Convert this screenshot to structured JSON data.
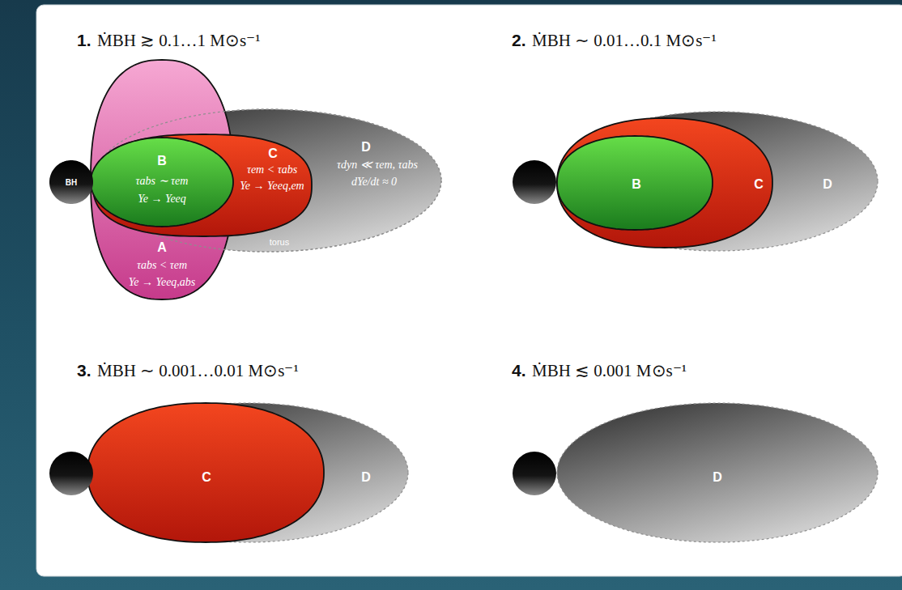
{
  "diagram": {
    "nodes": [
      {
        "text": [
          "BH"
        ]
      },
      {
        "text": [
          "A",
          "τabs < τem",
          "Ye → Yeeq,abs"
        ]
      },
      {
        "text": [
          "B",
          "τabs ∼ τem",
          "Ye → Yeeq"
        ]
      },
      {
        "text": [
          "C",
          "τem < τabs",
          "Ye → Yeeq,em"
        ]
      },
      {
        "text": [
          "D",
          "τdyn ≪ τem, τabs",
          "dYe/dt ≈ 0",
          "torus"
        ]
      },
      {
        "text": [
          "C"
        ]
      },
      {
        "text": [
          "B"
        ],
        "in": 5
      },
      {
        "text": [
          "D"
        ]
      },
      {
        "text": [
          "C"
        ]
      },
      {
        "text": [
          "D"
        ]
      },
      {
        "text": [
          "D"
        ]
      }
    ],
    "labels": [
      "1.",
      "ṀBH ≳ 0.1…1 M⊙s⁻¹",
      "2.",
      "ṀBH ∼ 0.01…0.1 M⊙s⁻¹",
      "3.",
      "ṀBH ∼ 0.001…0.01 M⊙s⁻¹",
      "4.",
      "ṀBH ≲ 0.001 M⊙s⁻¹"
    ]
  }
}
